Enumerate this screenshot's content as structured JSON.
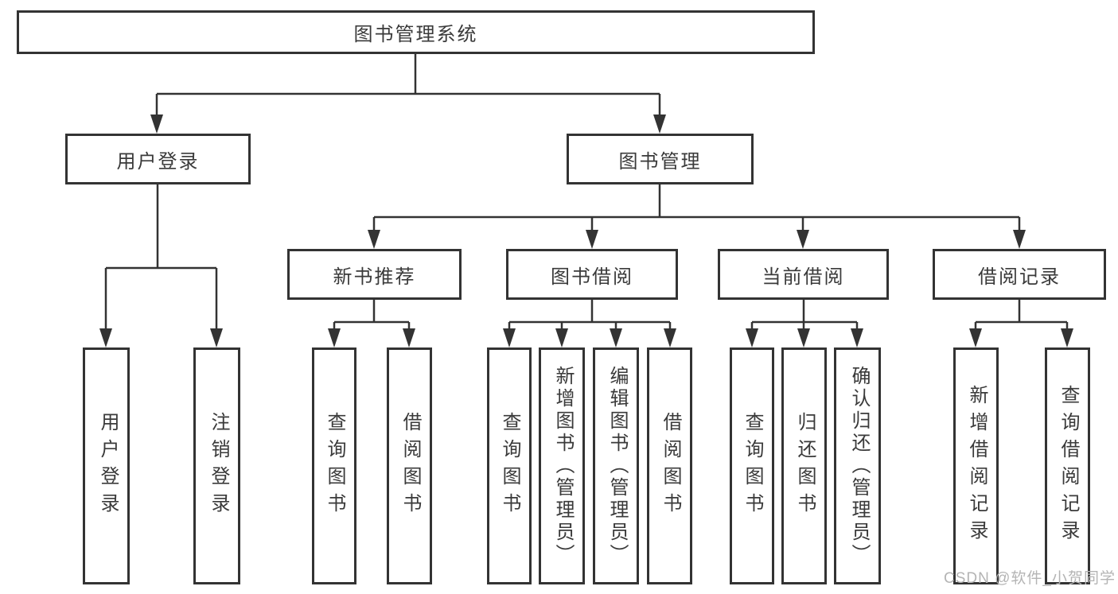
{
  "diagram": {
    "type": "hierarchy-tree",
    "colors": {
      "line": "#333333",
      "box_border": "#333333",
      "text": "#3a3a3a",
      "watermark": "#b4b4b4",
      "background": "#ffffff"
    },
    "root": {
      "label": "图书管理系统"
    },
    "level2": [
      {
        "label": "用户登录",
        "parent": "图书管理系统"
      },
      {
        "label": "图书管理",
        "parent": "图书管理系统"
      }
    ],
    "level3": [
      {
        "label": "新书推荐",
        "parent": "图书管理"
      },
      {
        "label": "图书借阅",
        "parent": "图书管理"
      },
      {
        "label": "当前借阅",
        "parent": "图书管理"
      },
      {
        "label": "借阅记录",
        "parent": "图书管理"
      }
    ],
    "leaves": [
      {
        "label": "用户登录",
        "parent": "用户登录"
      },
      {
        "label": "注销登录",
        "parent": "用户登录"
      },
      {
        "label": "查询图书",
        "parent": "新书推荐"
      },
      {
        "label": "借阅图书",
        "parent": "新书推荐"
      },
      {
        "label": "查询图书",
        "parent": "图书借阅"
      },
      {
        "label": "新增图书（管理员）",
        "parent": "图书借阅"
      },
      {
        "label": "编辑图书（管理员）",
        "parent": "图书借阅"
      },
      {
        "label": "借阅图书",
        "parent": "图书借阅"
      },
      {
        "label": "查询图书",
        "parent": "当前借阅"
      },
      {
        "label": "归还图书",
        "parent": "当前借阅"
      },
      {
        "label": "确认归还（管理员）",
        "parent": "当前借阅"
      },
      {
        "label": "新增借阅记录",
        "parent": "借阅记录"
      },
      {
        "label": "查询借阅记录",
        "parent": "借阅记录"
      }
    ],
    "watermark": "CSDN @软件_小贺同学"
  }
}
